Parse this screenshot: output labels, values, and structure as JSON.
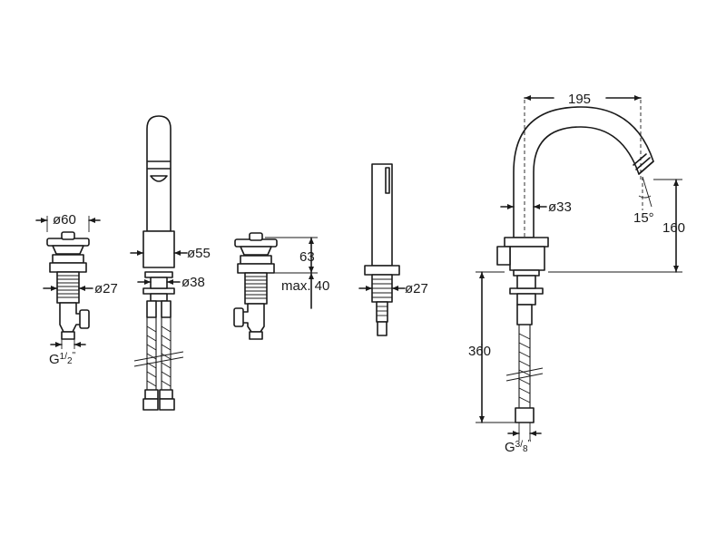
{
  "labels": {
    "handle_diameter": "ø60",
    "valve_thread_diameter": "ø27",
    "valve_connection": "G",
    "valve_connection_num": "1",
    "valve_connection_den": "2",
    "valve_connection_unit": "\"",
    "column_diameter": "ø55",
    "column_thread_diameter": "ø38",
    "valve2_height": "63",
    "valve2_max_deck": "max. 40",
    "shower_thread_diameter": "ø27",
    "spout_reach": "195",
    "spout_diameter": "ø33",
    "spout_angle": "15°",
    "spout_height": "160",
    "hose_length": "360",
    "spout_connection": "G",
    "spout_connection_num": "3",
    "spout_connection_den": "8",
    "spout_connection_unit": "\""
  },
  "colors": {
    "line": "#1a1a1a",
    "background": "#ffffff"
  }
}
